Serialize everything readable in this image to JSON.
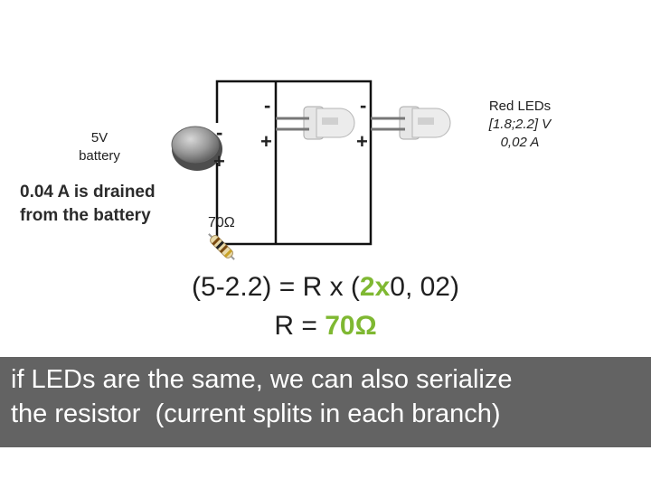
{
  "battery": {
    "label_line1": "5V",
    "label_line2": "battery",
    "minus_sign": "-",
    "plus_sign": "+"
  },
  "drain_note": {
    "line1": "0.04 A is drained",
    "line2": "from the battery"
  },
  "led1": {
    "minus_sign": "-",
    "plus_sign": "+"
  },
  "led2": {
    "minus_sign": "-",
    "plus_sign": "+"
  },
  "leds_label": {
    "line1": "Red LEDs",
    "line2": "[1.8;2.2] V",
    "line3": "0,02 A"
  },
  "resistor": {
    "label": "70Ω"
  },
  "equation": {
    "line1_pre": "(5-2.2) = R x (",
    "line1_accent": "2x",
    "line1_post": "0, 02)",
    "line2_pre": "R = ",
    "line2_accent": "70Ω"
  },
  "banner": {
    "line1": "if LEDs are the same, we can also serialize",
    "line2_a": "the resistor",
    "line2_b": "(current splits in each branch)"
  },
  "colors": {
    "accent": "#7fb832",
    "banner_bg": "#636363",
    "wire": "#111111"
  }
}
